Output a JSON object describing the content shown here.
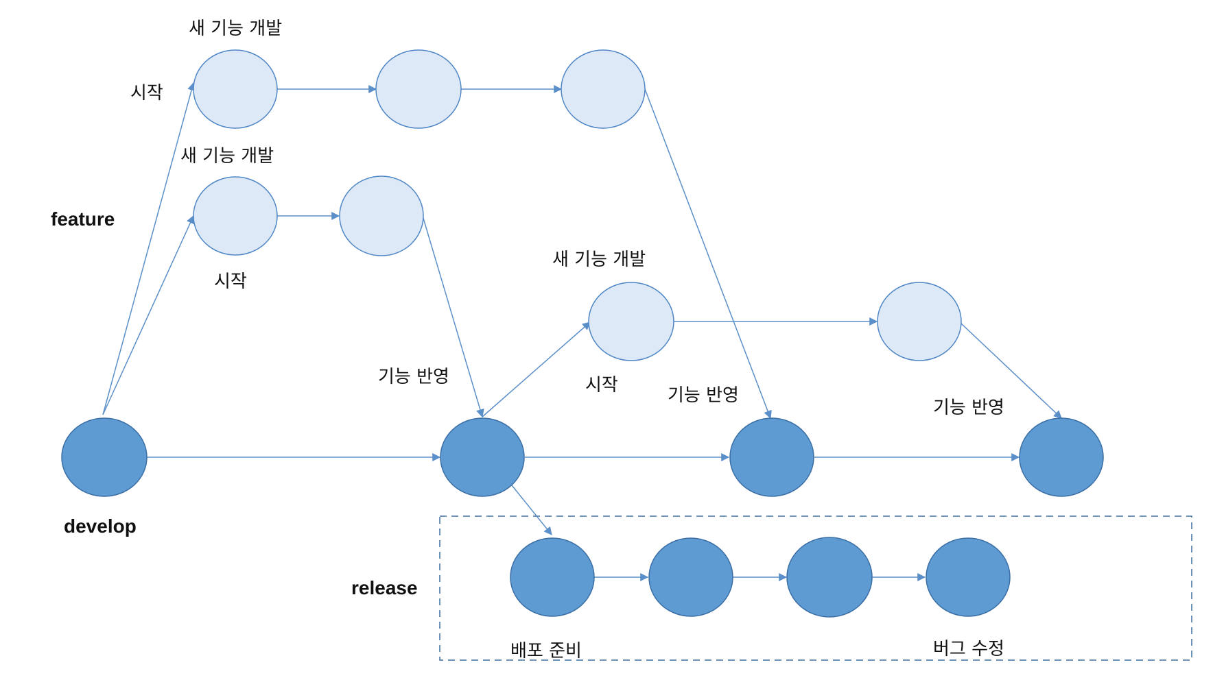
{
  "branches": {
    "feature": "feature",
    "develop": "develop",
    "release": "release"
  },
  "labels": {
    "new_feature_top": "새 기능 개발",
    "start_top": "시작",
    "new_feature_second": "새 기능 개발",
    "start_second": "시작",
    "merge_first": "기능 반영",
    "new_feature_third": "새 기능 개발",
    "start_third": "시작",
    "merge_second": "기능 반영",
    "merge_third": "기능 반영",
    "release_prepare": "배포 준비",
    "bug_fix": "버그 수정"
  },
  "colors": {
    "feature_node": "#dde9f6",
    "develop_node": "#5f9bd3",
    "edge": "#5b8fc9",
    "release_border": "#3f6f9e"
  }
}
